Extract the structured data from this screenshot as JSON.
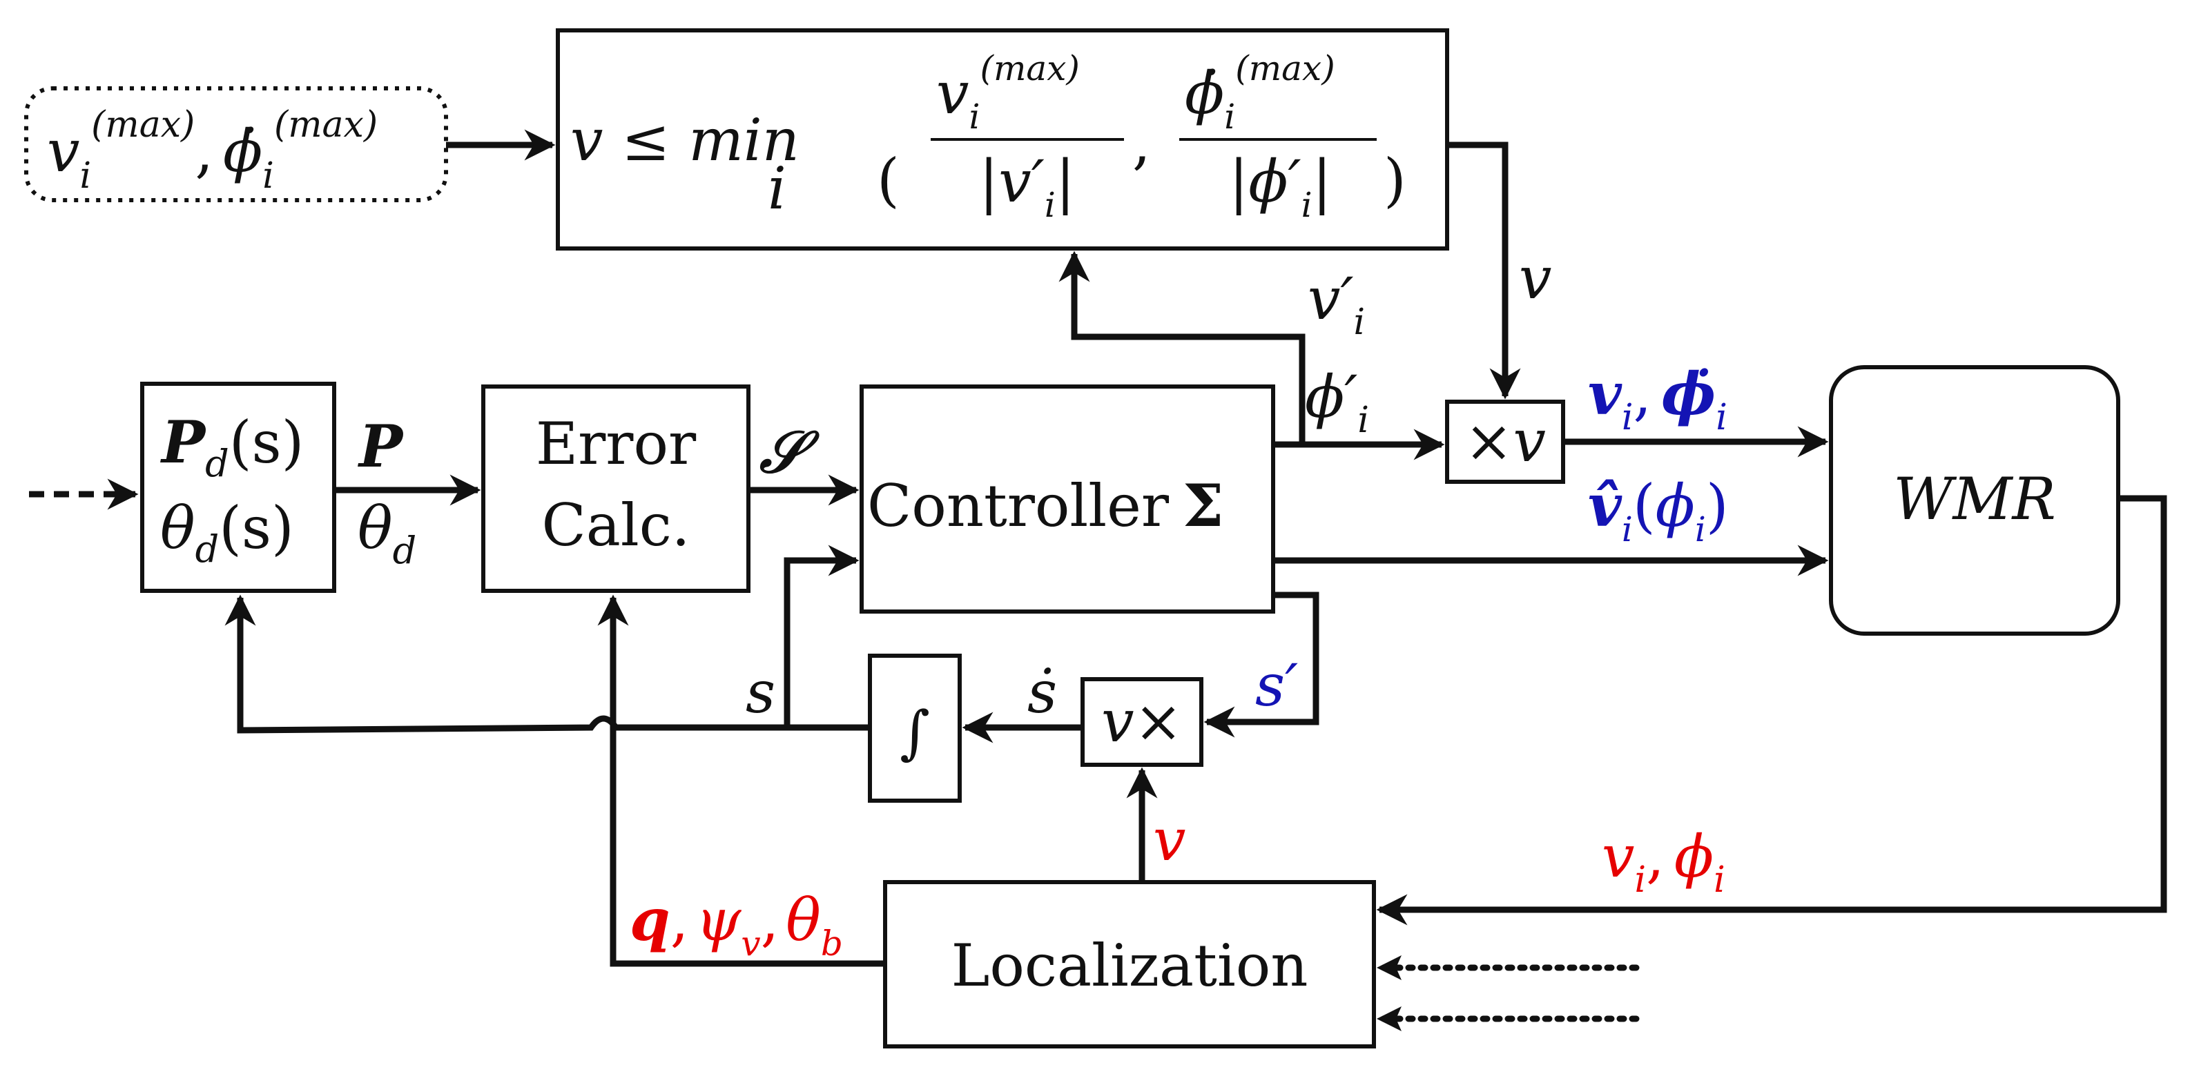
{
  "blocks": {
    "constraint_input": {
      "v_label": "v",
      "v_sub": "i",
      "v_sup": "(max)",
      "sep": ",",
      "phi_label": "ϕ̇",
      "phi_sub": "i",
      "phi_sup": "(max)"
    },
    "constraint": {
      "lhs": "v ≤ min",
      "min_sub": "i",
      "num1": "v",
      "num1_sub": "i",
      "num1_sup": "(max)",
      "den1": "|v′",
      "den1_sub": "i",
      "den1_end": "|",
      "comma": ",",
      "num2": "ϕ̇",
      "num2_sub": "i",
      "num2_sup": "(max)",
      "den2": "|ϕ′",
      "den2_sub": "i",
      "den2_end": "|",
      "lparen": "(",
      "rparen": ")"
    },
    "path": {
      "line1": "P",
      "line1_sub": "d",
      "line1_arg": "(s)",
      "line2": "θ",
      "line2_sub": "d",
      "line2_arg": "(s)"
    },
    "error": {
      "line1": "Error",
      "line2": "Calc."
    },
    "controller": {
      "label": "Controller",
      "symbol": "Σ"
    },
    "times_v": {
      "label": "×v"
    },
    "v_times": {
      "label": "v×"
    },
    "integrator": {
      "label": "∫"
    },
    "wmr": {
      "label": "WMR"
    },
    "localization": {
      "label": "Localization"
    }
  },
  "signals": {
    "P": "P",
    "theta_d": "θ",
    "theta_d_sub": "d",
    "S": "𝒮",
    "v_prime": "v′",
    "v_prime_sub": "i",
    "phi_prime": "ϕ′",
    "phi_prime_sub": "i",
    "v_top": "v",
    "vi_phidot": "v",
    "vi_phidot_sub": "i",
    "vi_phidot_sep": ",",
    "vi_phidot_phi": "ϕ̇",
    "vi_phidot_phi_sub": "i",
    "vhat": "v̂",
    "vhat_sub": "i",
    "vhat_arg_open": "(",
    "vhat_arg_phi": "ϕ",
    "vhat_arg_sub": "i",
    "vhat_arg_close": ")",
    "s": "s",
    "sdot": "ṡ",
    "s_prime": "s′",
    "v_red": "v",
    "vi_phii": "v",
    "vi_phii_sub": "i",
    "vi_phii_sep": ",",
    "vi_phii_phi": "ϕ",
    "vi_phii_phi_sub": "i",
    "q": "q",
    "q_sep": ",",
    "psi": "ψ",
    "psi_sub": "v",
    "psi_sep": ",",
    "theta_b": "θ",
    "theta_b_sub": "b"
  },
  "colors": {
    "blue": "#1414b4",
    "red": "#e60000",
    "black": "#111111"
  }
}
